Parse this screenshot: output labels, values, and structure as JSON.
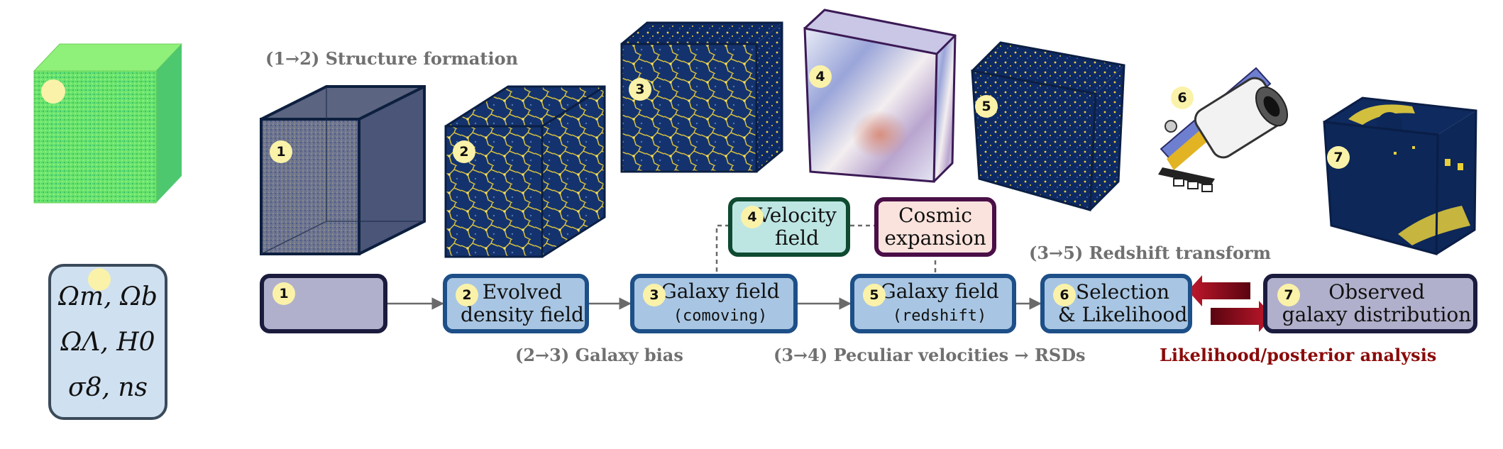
{
  "stages": {
    "structure_formation": "(1→2) Structure formation",
    "galaxy_bias": "(2→3) Galaxy bias",
    "peculiar_velocities": "(3→4) Peculiar velocities → RSDs",
    "redshift_transform": "(3→5) Redshift transform",
    "likelihood_analysis": "Likelihood/posterior analysis"
  },
  "badges": [
    "1",
    "2",
    "3",
    "4",
    "5",
    "6",
    "7"
  ],
  "params": {
    "line1": "Ωm, Ωb",
    "line2": "ΩΛ, H0",
    "line3": "σ8, ns"
  },
  "nodes": {
    "n1": {
      "num": "1",
      "line1": "",
      "line2": ""
    },
    "n2": {
      "num": "2",
      "line1": "Evolved",
      "line2": "density field"
    },
    "n3": {
      "num": "3",
      "line1": "Galaxy field",
      "line2": "(comoving)"
    },
    "n4": {
      "num": "4",
      "line1": "Velocity",
      "line2": "field"
    },
    "n_cosmic": {
      "line1": "Cosmic",
      "line2": "expansion"
    },
    "n5": {
      "num": "5",
      "line1": "Galaxy field",
      "line2": "(redshift)"
    },
    "n6": {
      "num": "6",
      "line1": "Selection",
      "line2": "& Likelihood"
    },
    "n7": {
      "num": "7",
      "line1": "Observed",
      "line2": "galaxy distribution"
    }
  },
  "colors": {
    "node_blue_fill": "#a8c6e3",
    "node_blue_border": "#1d4f88",
    "node_gray_fill": "#b0b0cc",
    "node_teal_fill": "#bde6e3",
    "node_pink_fill": "#fbe3dd",
    "badge": "#fbf2a9",
    "likelihood_red": "#8b0a0a",
    "cube_navy": "#0b2556",
    "galaxy_yellow": "#f0d23a"
  },
  "icons": {
    "telescope": "telescope-icon",
    "bidirectional_arrows": "double-arrow-icon"
  }
}
